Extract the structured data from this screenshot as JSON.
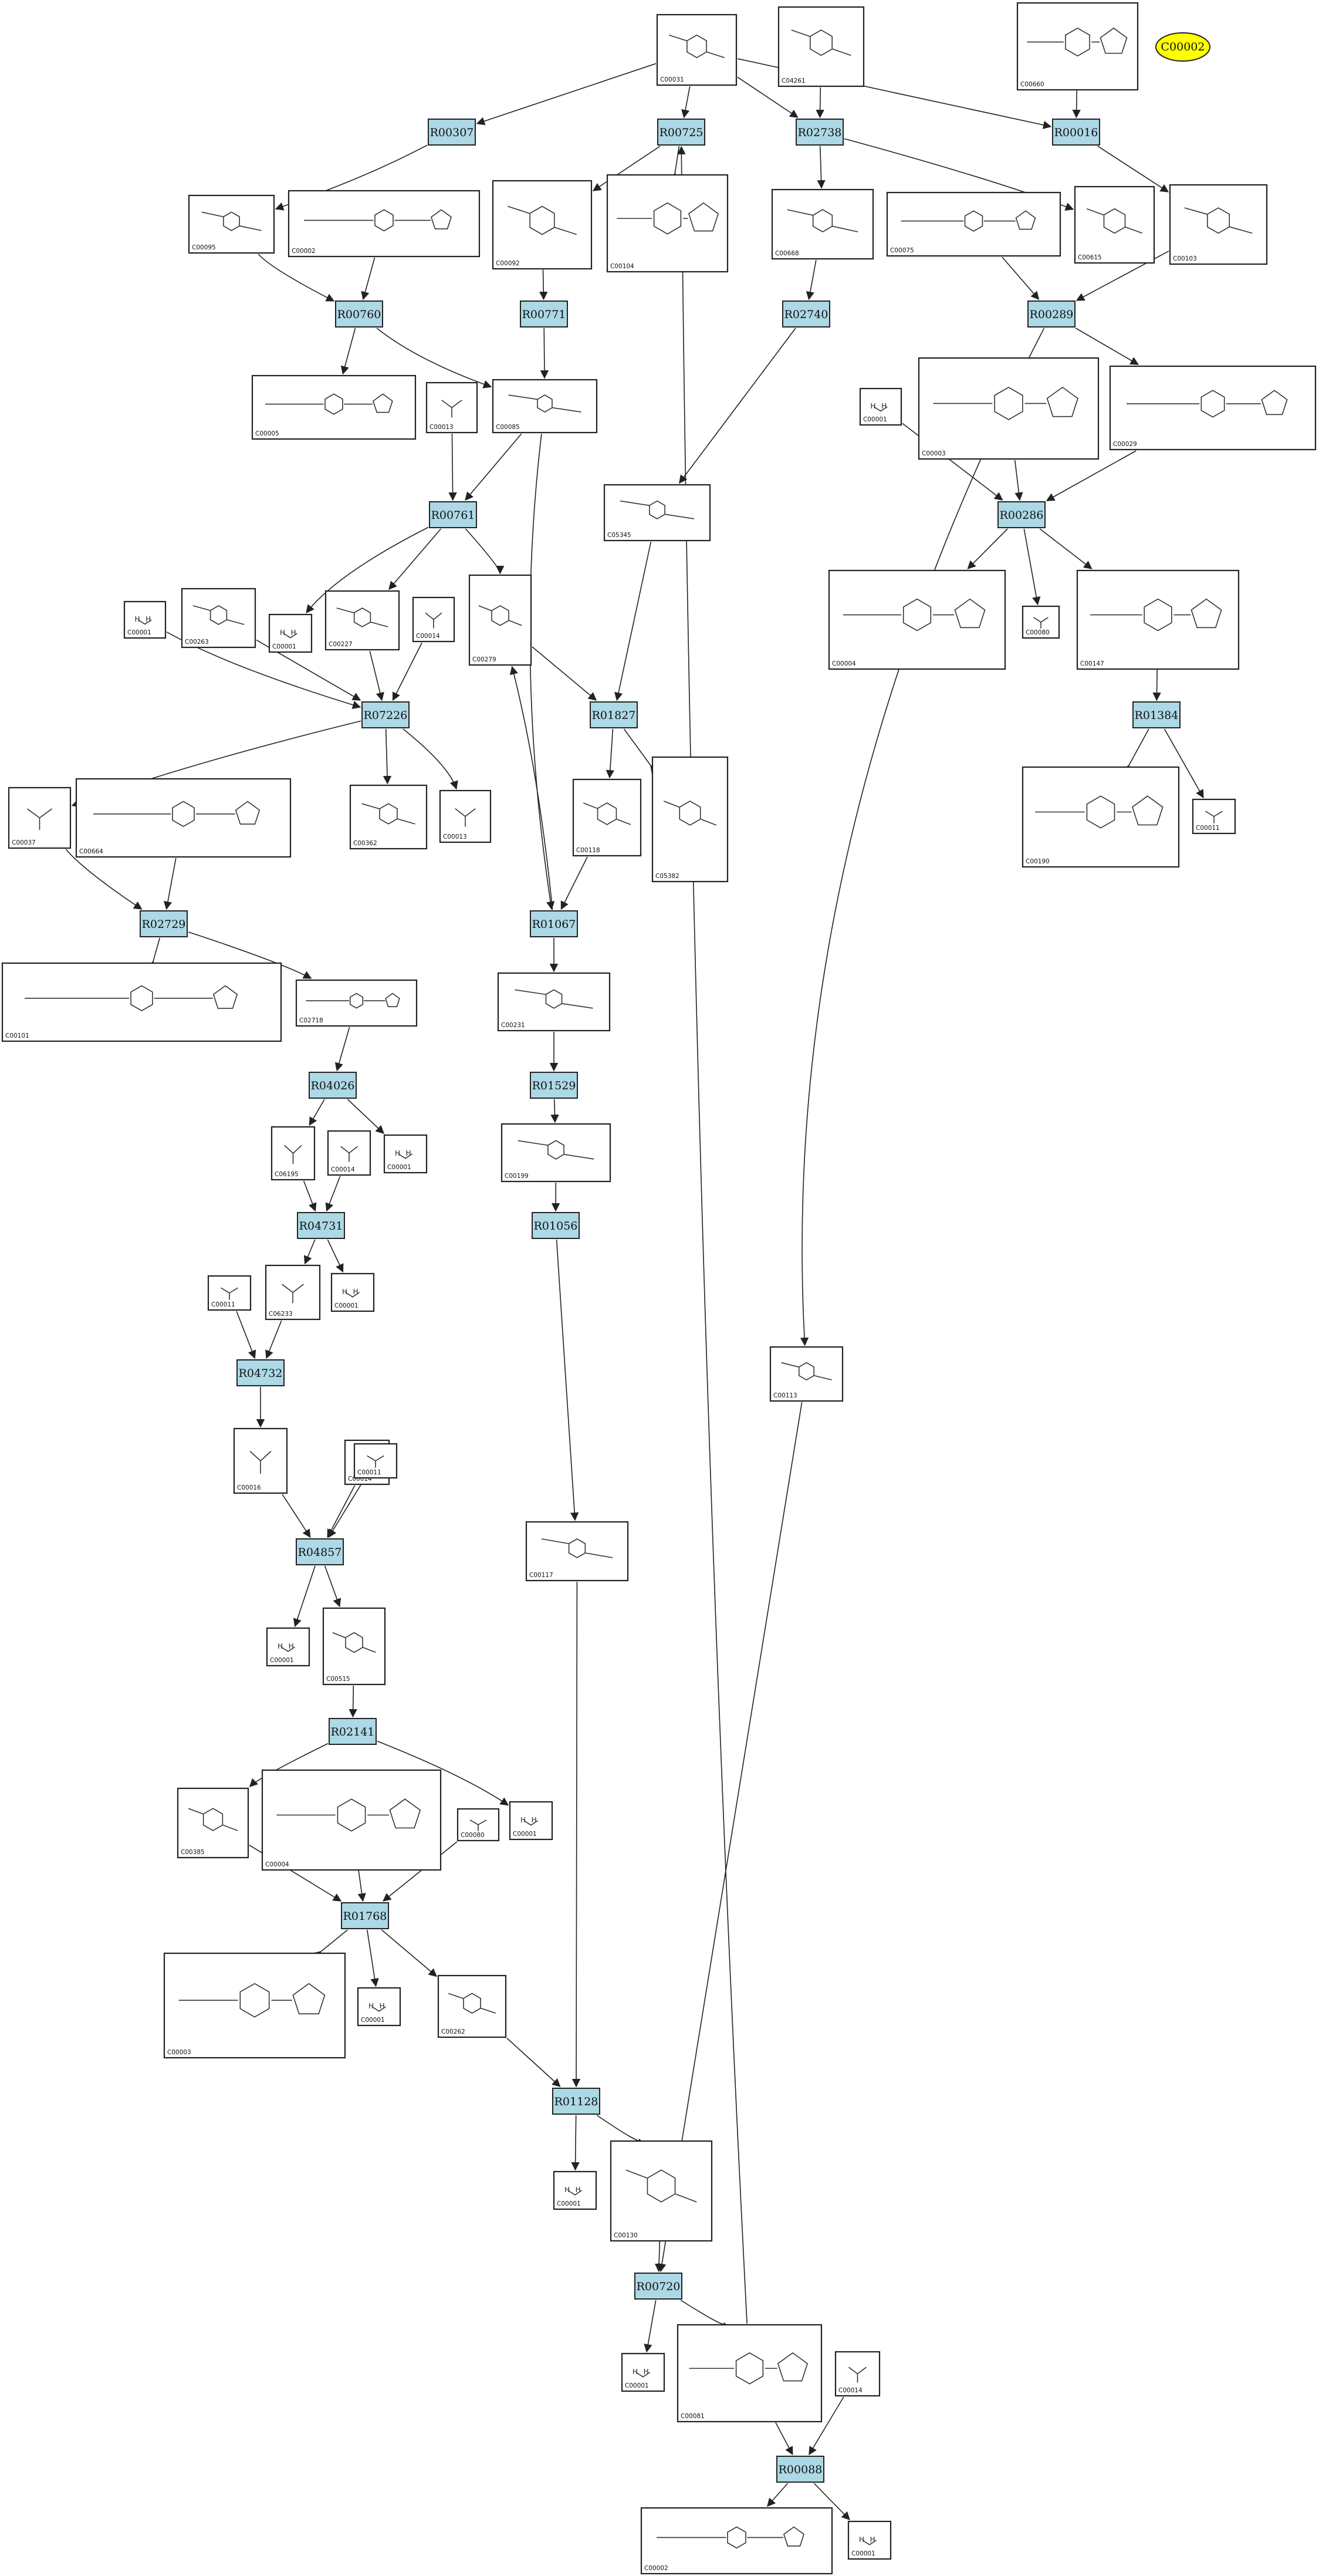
{
  "reactions": [
    {
      "id": "R00307",
      "label": "R00307"
    },
    {
      "id": "R00725",
      "label": "R00725"
    },
    {
      "id": "R02738",
      "label": "R02738"
    },
    {
      "id": "R00016",
      "label": "R00016"
    },
    {
      "id": "R00760",
      "label": "R00760"
    },
    {
      "id": "R00771",
      "label": "R00771"
    },
    {
      "id": "R02740",
      "label": "R02740"
    },
    {
      "id": "R00289",
      "label": "R00289"
    },
    {
      "id": "R00761",
      "label": "R00761"
    },
    {
      "id": "R00286",
      "label": "R00286"
    },
    {
      "id": "R07226",
      "label": "R07226"
    },
    {
      "id": "R01827",
      "label": "R01827"
    },
    {
      "id": "R01384",
      "label": "R01384"
    },
    {
      "id": "R02729",
      "label": "R02729"
    },
    {
      "id": "R01067",
      "label": "R01067"
    },
    {
      "id": "R04026",
      "label": "R04026"
    },
    {
      "id": "R01529",
      "label": "R01529"
    },
    {
      "id": "R04731",
      "label": "R04731"
    },
    {
      "id": "R01056",
      "label": "R01056"
    },
    {
      "id": "R04732",
      "label": "R04732"
    },
    {
      "id": "R04857",
      "label": "R04857"
    },
    {
      "id": "R02141",
      "label": "R02141"
    },
    {
      "id": "R01768",
      "label": "R01768"
    },
    {
      "id": "R01128",
      "label": "R01128"
    },
    {
      "id": "R00720",
      "label": "R00720"
    },
    {
      "id": "R00088",
      "label": "R00088"
    }
  ],
  "compounds": [
    {
      "id": "C00031",
      "label": "C00031"
    },
    {
      "id": "C04261",
      "label": "C04261"
    },
    {
      "id": "C00660",
      "label": "C00660"
    },
    {
      "id": "C00095",
      "label": "C00095"
    },
    {
      "id": "C00002",
      "label": "C00002"
    },
    {
      "id": "C00092",
      "label": "C00092"
    },
    {
      "id": "C00104",
      "label": "C00104"
    },
    {
      "id": "C00668",
      "label": "C00668"
    },
    {
      "id": "C00075",
      "label": "C00075"
    },
    {
      "id": "C00615",
      "label": "C00615"
    },
    {
      "id": "C00103",
      "label": "C00103"
    },
    {
      "id": "C00005",
      "label": "C00005"
    },
    {
      "id": "C00013",
      "label": "C00013"
    },
    {
      "id": "C00085",
      "label": "C00085"
    },
    {
      "id": "C00001_a",
      "label": "C00001"
    },
    {
      "id": "C00003_a",
      "label": "C00003"
    },
    {
      "id": "C00029",
      "label": "C00029"
    },
    {
      "id": "C05345",
      "label": "C05345"
    },
    {
      "id": "C00001_b",
      "label": "C00001"
    },
    {
      "id": "C00263",
      "label": "C00263"
    },
    {
      "id": "C00001_c",
      "label": "C00001"
    },
    {
      "id": "C00227",
      "label": "C00227"
    },
    {
      "id": "C00014_a",
      "label": "C00014"
    },
    {
      "id": "C00279",
      "label": "C00279"
    },
    {
      "id": "C00004_a",
      "label": "C00004"
    },
    {
      "id": "C00080_a",
      "label": "C00080"
    },
    {
      "id": "C00147",
      "label": "C00147"
    },
    {
      "id": "C00037",
      "label": "C00037"
    },
    {
      "id": "C00664",
      "label": "C00664"
    },
    {
      "id": "C00362",
      "label": "C00362"
    },
    {
      "id": "C00013_b",
      "label": "C00013"
    },
    {
      "id": "C00118",
      "label": "C00118"
    },
    {
      "id": "C05382",
      "label": "C05382"
    },
    {
      "id": "C00190",
      "label": "C00190"
    },
    {
      "id": "C00011_a",
      "label": "C00011"
    },
    {
      "id": "C00101",
      "label": "C00101"
    },
    {
      "id": "C02718",
      "label": "C02718"
    },
    {
      "id": "C00231",
      "label": "C00231"
    },
    {
      "id": "C06195",
      "label": "C06195"
    },
    {
      "id": "C00014_b",
      "label": "C00014"
    },
    {
      "id": "C00001_d",
      "label": "C00001"
    },
    {
      "id": "C00199",
      "label": "C00199"
    },
    {
      "id": "C00011_b",
      "label": "C00011"
    },
    {
      "id": "C06233",
      "label": "C06233"
    },
    {
      "id": "C00001_e",
      "label": "C00001"
    },
    {
      "id": "C00113",
      "label": "C00113"
    },
    {
      "id": "C00016",
      "label": "C00016"
    },
    {
      "id": "C00014_c",
      "label": "C00014"
    },
    {
      "id": "C00011_c",
      "label": "C00011"
    },
    {
      "id": "C00117",
      "label": "C00117"
    },
    {
      "id": "C00001_f",
      "label": "C00001"
    },
    {
      "id": "C00515",
      "label": "C00515"
    },
    {
      "id": "C00385",
      "label": "C00385"
    },
    {
      "id": "C00004_b",
      "label": "C00004"
    },
    {
      "id": "C00080_b",
      "label": "C00080"
    },
    {
      "id": "C00001_g",
      "label": "C00001"
    },
    {
      "id": "C00003_b",
      "label": "C00003"
    },
    {
      "id": "C00001_h",
      "label": "C00001"
    },
    {
      "id": "C00262",
      "label": "C00262"
    },
    {
      "id": "C00001_i",
      "label": "C00001"
    },
    {
      "id": "C00130",
      "label": "C00130"
    },
    {
      "id": "C00001_j",
      "label": "C00001"
    },
    {
      "id": "C00081",
      "label": "C00081"
    },
    {
      "id": "C00014_d",
      "label": "C00014"
    },
    {
      "id": "C00002_b",
      "label": "C00002"
    },
    {
      "id": "C00001_k",
      "label": "C00001"
    }
  ],
  "ellipse": {
    "label": "C00002"
  }
}
